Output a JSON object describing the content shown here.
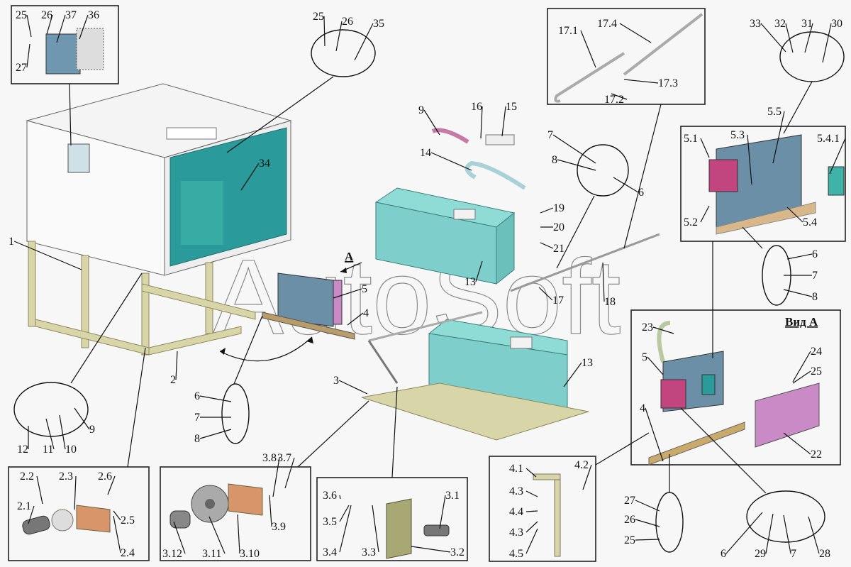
{
  "diagram": {
    "type": "exploded-parts-diagram",
    "watermark": "AutoSoft",
    "view_label": "Вид А",
    "view_marker": "А",
    "colors": {
      "cabinet_panel": "#2a9a9a",
      "battery": "#7ecfcc",
      "frame_metal": "#d8d6a8",
      "connector_pink": "#c2457f",
      "cover_violet": "#c98ac6",
      "plate_blue": "#6b8fa6",
      "copper_plate": "#d9956a"
    }
  },
  "labels": {
    "inset_vent": [
      "25",
      "26",
      "37",
      "36",
      "27"
    ],
    "inset_screw": [
      "25",
      "26",
      "35"
    ],
    "inset_17": [
      "17.1",
      "17.4",
      "17.3",
      "17.2"
    ],
    "inset_30": [
      "33",
      "32",
      "31",
      "30"
    ],
    "inset_5": [
      "5.1",
      "5.3",
      "5.5",
      "5.4.1",
      "5.2",
      "5.4"
    ],
    "inset_5_fasteners": [
      "6",
      "7",
      "8"
    ],
    "main": [
      "34",
      "1",
      "9",
      "16",
      "15",
      "14",
      "7",
      "8",
      "6",
      "19",
      "20",
      "21",
      "13",
      "5",
      "4",
      "17",
      "18",
      "2",
      "3",
      "13"
    ],
    "left_fasteners": [
      "12",
      "11",
      "10",
      "9"
    ],
    "mid_fasteners": [
      "6",
      "7",
      "8"
    ],
    "view_a": [
      "23",
      "5",
      "4",
      "24",
      "25",
      "22"
    ],
    "inset_2": [
      "2.2",
      "2.3",
      "2.6",
      "2.1",
      "2.5",
      "2.4"
    ],
    "inset_3a": [
      "3.8",
      "3.7",
      "3.9",
      "3.12",
      "3.11",
      "3.10"
    ],
    "inset_3b": [
      "3.6",
      "3.1",
      "3.5",
      "3.4",
      "3.3",
      "3.2"
    ],
    "inset_4": [
      "4.1",
      "4.2",
      "4.3",
      "4.4",
      "4.3",
      "4.5"
    ],
    "bottom_fasteners_a": [
      "27",
      "26",
      "25"
    ],
    "bottom_fasteners_b": [
      "6",
      "29",
      "7",
      "28"
    ]
  }
}
